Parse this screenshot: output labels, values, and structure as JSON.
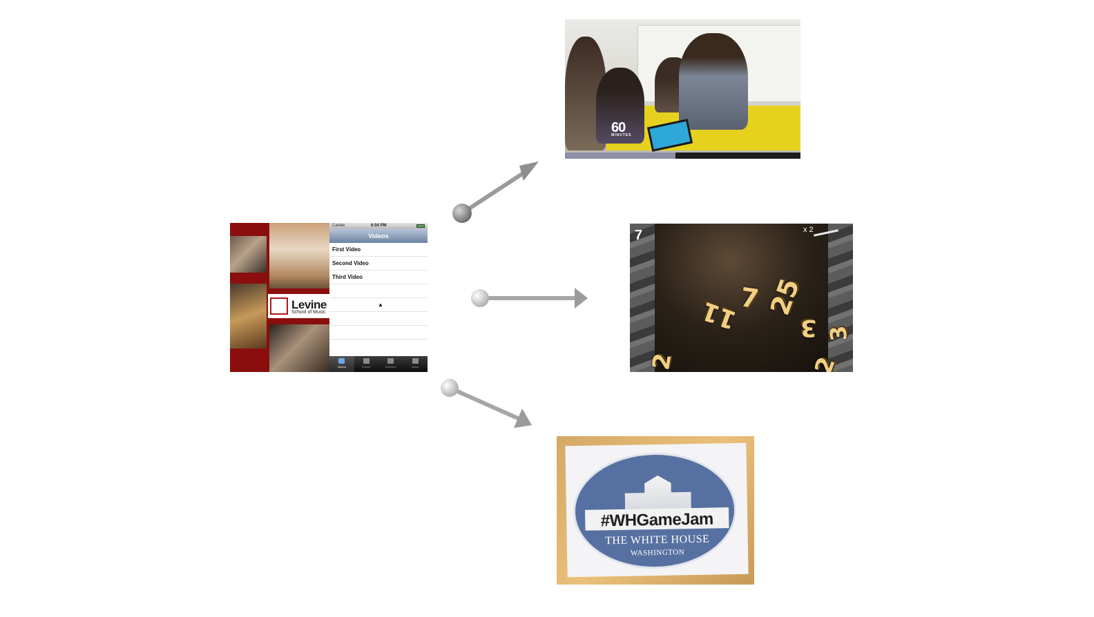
{
  "source_app": {
    "logo": {
      "name": "Levine",
      "subtitle": "School of Music"
    },
    "phone": {
      "carrier": "Carrier",
      "time": "6:04 PM",
      "nav_title": "Videos",
      "rows": [
        "First Video",
        "Second Video",
        "Third Video"
      ],
      "tabs": [
        "Videos",
        "Events",
        "Directory",
        "About"
      ],
      "active_tab": "Videos"
    }
  },
  "top_image": {
    "overlay_logo": "60",
    "overlay_logo_sub": "MINUTES",
    "progress": 0.47
  },
  "middle_image": {
    "score": "7",
    "multiplier": "x 2",
    "numbers": [
      "11",
      "7",
      "25",
      "3",
      "3",
      "2",
      "2"
    ]
  },
  "bottom_image": {
    "hashtag": "#WHGameJam",
    "institution": "THE WHITE HOUSE",
    "city": "WASHINGTON"
  },
  "colors": {
    "arrow": "#9a9a9a",
    "levine_red": "#8a0e0e",
    "ios_nav": "#6d84a2",
    "game_numbers": "#f1cf83",
    "wh_blue": "#5671a1"
  }
}
